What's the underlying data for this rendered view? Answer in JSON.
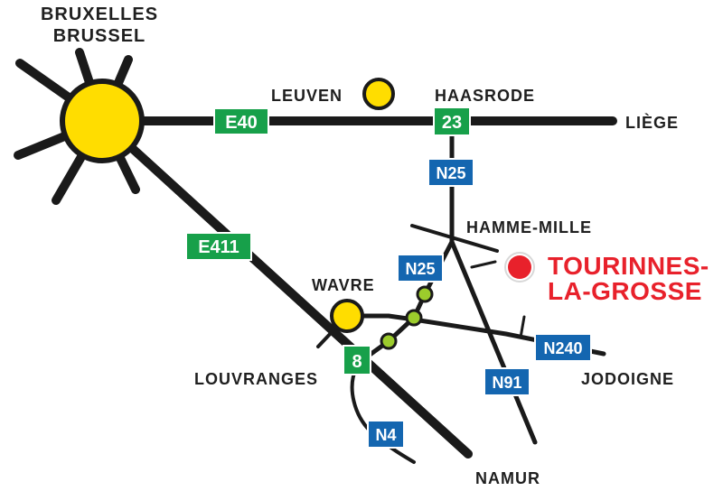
{
  "map": {
    "cities": {
      "bruxelles_line1": "BRUXELLES",
      "bruxelles_line2": "BRUSSEL",
      "leuven": "LEUVEN",
      "haasrode": "HAASRODE",
      "liege": "LIÈGE",
      "hamme_mille": "HAMME-MILLE",
      "wavre": "WAVRE",
      "louvranges": "LOUVRANGES",
      "jodoigne": "JODOIGNE",
      "namur": "NAMUR"
    },
    "roads": {
      "e40": "E40",
      "e411": "E411",
      "exit_23": "23",
      "exit_8": "8",
      "n25_north": "N25",
      "n25_south": "N25",
      "n240": "N240",
      "n91": "N91",
      "n4": "N4"
    },
    "destination": {
      "line1": "TOURINNES-",
      "line2": "LA-GROSSE",
      "color": "#e8212b"
    },
    "colors": {
      "motorway_shield": "#17a04a",
      "national_shield": "#1466b0",
      "city_dot": "#ffdd00",
      "roundabout_dot": "#9ccc2c"
    }
  }
}
